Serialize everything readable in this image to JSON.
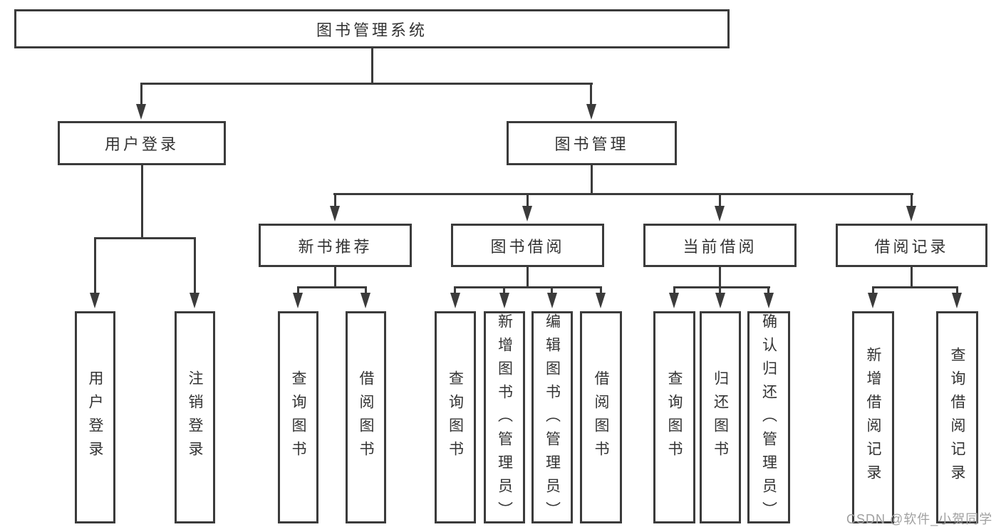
{
  "diagram": {
    "root": {
      "label": "图书管理系统"
    },
    "branches": [
      {
        "label": "用户登录",
        "children": [
          {
            "label": "用户登录"
          },
          {
            "label": "注销登录"
          }
        ]
      },
      {
        "label": "图书管理",
        "children": [
          {
            "label": "新书推荐",
            "children": [
              {
                "label": "查询图书"
              },
              {
                "label": "借阅图书"
              }
            ]
          },
          {
            "label": "图书借阅",
            "children": [
              {
                "label": "查询图书"
              },
              {
                "label": "新增图书（管理员）"
              },
              {
                "label": "编辑图书（管理员）"
              },
              {
                "label": "借阅图书"
              }
            ]
          },
          {
            "label": "当前借阅",
            "children": [
              {
                "label": "查询图书"
              },
              {
                "label": "归还图书"
              },
              {
                "label": "确认归还（管理员）"
              }
            ]
          },
          {
            "label": "借阅记录",
            "children": [
              {
                "label": "新增借阅记录"
              },
              {
                "label": "查询借阅记录"
              }
            ]
          }
        ]
      }
    ],
    "colors": {
      "line": "#3b3b3b",
      "text": "#333333",
      "background": "#ffffff",
      "watermark": "#a0a0a0"
    }
  },
  "watermark": {
    "text": "CSDN @软件_小贺同学"
  }
}
